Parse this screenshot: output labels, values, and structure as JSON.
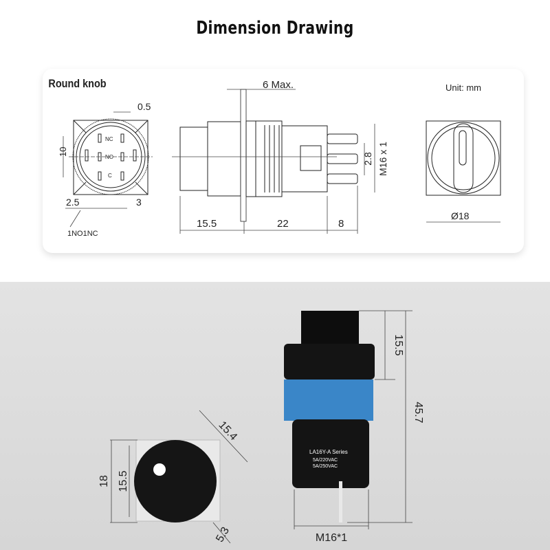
{
  "title": "Dimension Drawing",
  "drawing": {
    "front_view_label": "Round knob",
    "unit": "Unit: mm",
    "front": {
      "dim_top": "0.5",
      "dim_left": "10",
      "dim_bottom_left": "2.5",
      "dim_bottom_right": "3",
      "contact_note": "1NO1NC",
      "contacts": [
        "NC",
        "NO",
        "C"
      ]
    },
    "side": {
      "panel_max": "6 Max.",
      "len_front": "15.5",
      "len_body": "22",
      "len_terminal": "8",
      "terminal_pitch": "2.8",
      "thread": "M16 x 1"
    },
    "rear": {
      "diameter": "Ø18"
    }
  },
  "photo": {
    "knob_height": "15.5",
    "total_height": "45.7",
    "thread": "M16*1",
    "width_top": "15.4",
    "width_outer": "18",
    "width_inner": "15.5",
    "depth": "5.3",
    "label_series": "LA16Y-A Series",
    "label_rating1": "5A/220VAC",
    "label_rating2": "5A/250VAC"
  },
  "colors": {
    "accent_blue": "#3a86c8",
    "body_black": "#141414"
  }
}
